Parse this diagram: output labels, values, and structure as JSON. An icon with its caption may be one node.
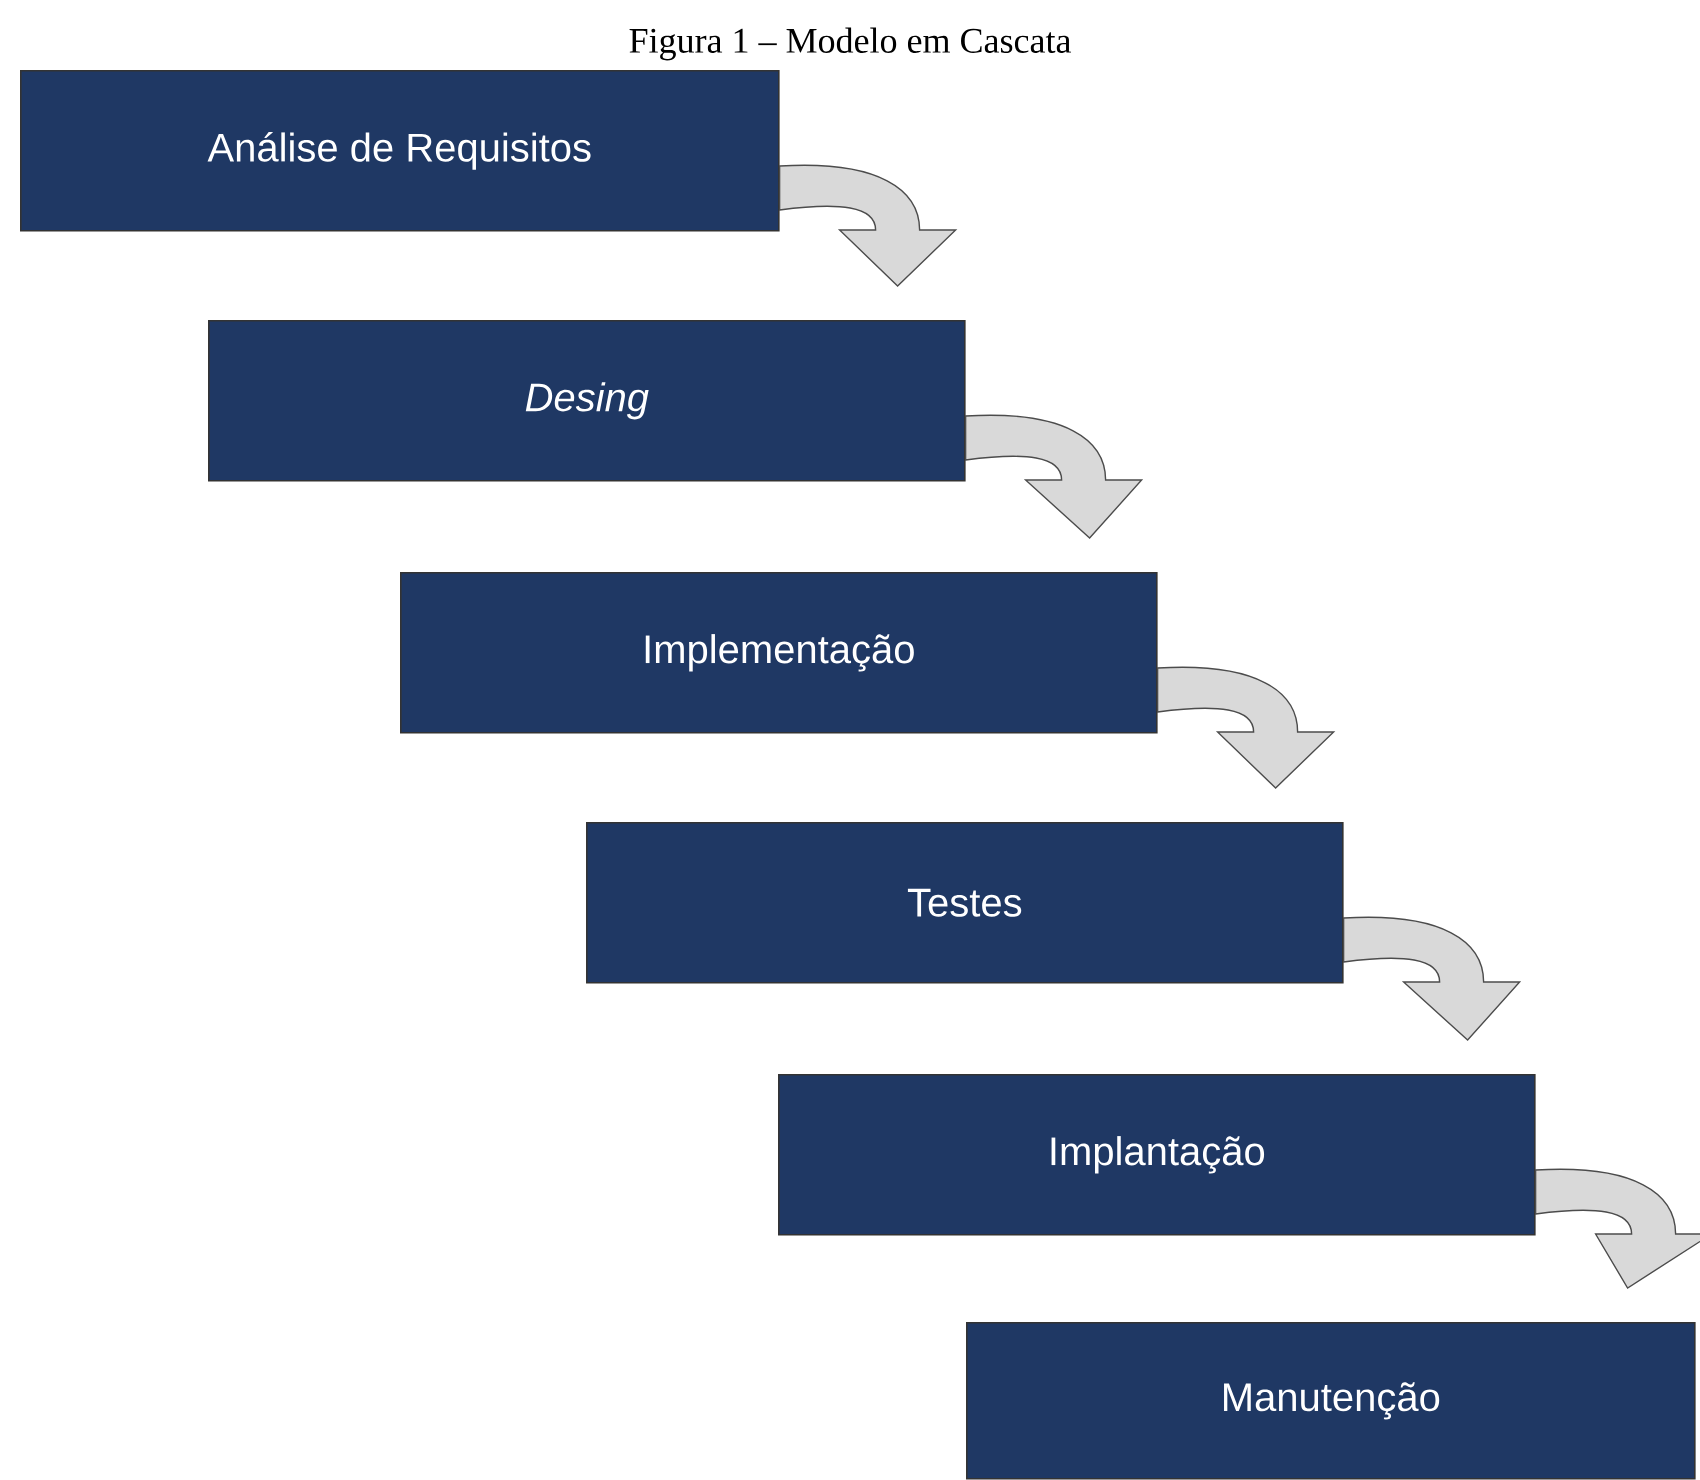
{
  "diagram": {
    "title": "Figura 1 – Modelo em Cascata",
    "nodes": [
      {
        "text": [
          "Análise de Requisitos"
        ]
      },
      {
        "text": [
          "Desing"
        ]
      },
      {
        "text": [
          "Implementação"
        ]
      },
      {
        "text": [
          "Testes"
        ]
      },
      {
        "text": [
          "Implantação"
        ]
      },
      {
        "text": [
          "Manutenção"
        ]
      }
    ],
    "edges": [
      {
        "from": 0,
        "to": 1,
        "arrow": "to"
      },
      {
        "from": 1,
        "to": 2,
        "arrow": "to"
      },
      {
        "from": 2,
        "to": 3,
        "arrow": "to"
      },
      {
        "from": 3,
        "to": 4,
        "arrow": "to"
      },
      {
        "from": 4,
        "to": 5,
        "arrow": "to"
      }
    ]
  }
}
